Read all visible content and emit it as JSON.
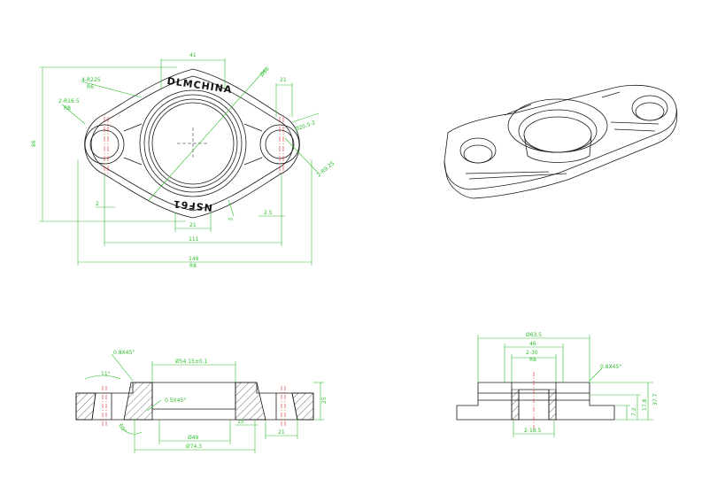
{
  "colors": {
    "outline": "#1a1a1a",
    "dimension": "#2fbf2f",
    "centerline": "#e02020",
    "hatch": "#333333"
  },
  "engraving": {
    "top": "DLMCHINA",
    "bottom": "NSF61"
  },
  "top_view": {
    "width_41": "41",
    "dia_88": "Ø88",
    "width_21": "21",
    "fillet_4": "4-R225",
    "fillet_4_sub": "R6",
    "fillet_2": "2-R16.5",
    "fillet_2_sub": "R8",
    "height_86": "86",
    "bolt_hole": "Ø20.5-2",
    "fillet_2b": "2-R9.25",
    "dim_2": "2",
    "dim_5": "5",
    "dim_21b": "21",
    "dim_25": "2.5",
    "dim_111": "111",
    "dim_149": "149",
    "dim_149_sub": "R8"
  },
  "section_view": {
    "angle_11": "11°",
    "chamfer_08": "0.8X45°",
    "dia_54": "Ø54.15±0.1",
    "chamfer_05": "0.5X45°",
    "height_25": "25",
    "dim_15": "15",
    "dim_21": "21",
    "dia_49": "Ø49",
    "dia_743": "Ø74.3",
    "angle_60": "60°"
  },
  "side_view": {
    "dia_635": "Ø63.5",
    "dim_46": "46",
    "dim_2_30": "2-30",
    "dim_2_30_sub": "R8",
    "chamfer_08": "0.8X45°",
    "dim_377": "37.7",
    "dim_178": "17.8",
    "dim_72": "7.2",
    "dim_2_185": "2-18.5"
  }
}
